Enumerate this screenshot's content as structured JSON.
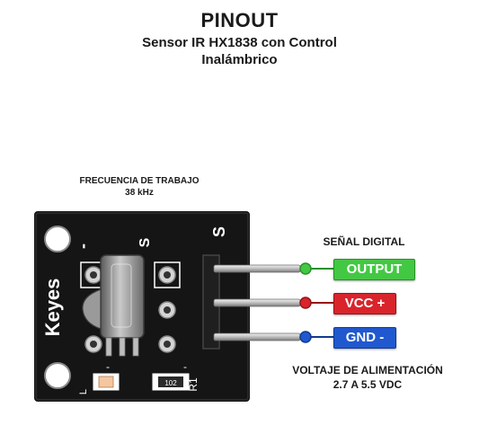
{
  "title": "PINOUT",
  "subtitle_line1": "Sensor IR HX1838 con Control",
  "subtitle_line2": "Inalámbrico",
  "frequency": {
    "line1": "FRECUENCIA DE TRABAJO",
    "line2": "38 kHz"
  },
  "signal_label": "SEÑAL DIGITAL",
  "pins": {
    "output": {
      "label": "OUTPUT",
      "color": "#43c843"
    },
    "vcc": {
      "label": "VCC +",
      "color": "#d9242b"
    },
    "gnd": {
      "label": "GND -",
      "color": "#2058cf"
    }
  },
  "voltage": {
    "line1": "VOLTAJE DE ALIMENTACIÓN",
    "line2": "2.7 A 5.5 VDC"
  },
  "board": {
    "brand": "Keyes",
    "silk_s_right": "S",
    "silk_s_left": "S",
    "silk_minus": "-",
    "silk_r1": "R1",
    "resistor_code": "102",
    "silk_l": "L",
    "color": "#151515"
  }
}
